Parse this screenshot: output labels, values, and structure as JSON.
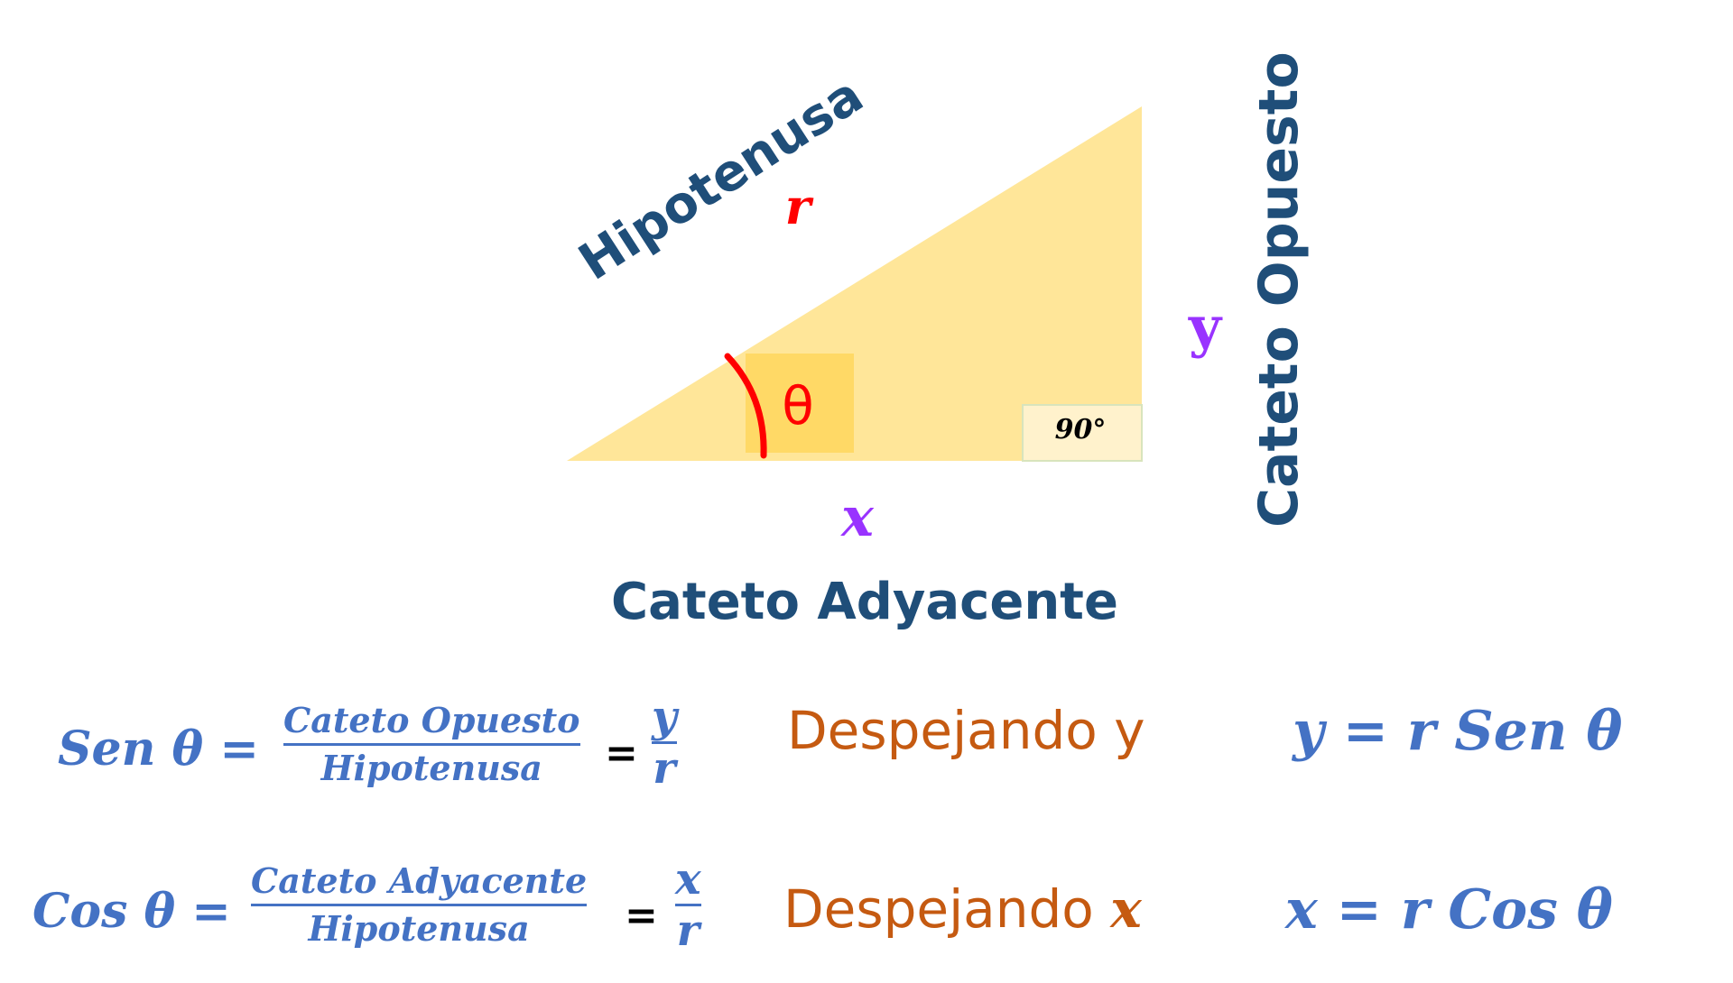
{
  "diagram": {
    "hypotenuse_label": "Hipotenusa",
    "hypotenuse_var": "r",
    "opposite_label": "Cateto Opuesto",
    "opposite_var": "y",
    "adjacent_label": "Cateto Adyacente",
    "adjacent_var": "x",
    "angle_symbol": "θ",
    "right_angle_label": "90°",
    "colors": {
      "triangle_fill": "#ffe699",
      "angle_box": "#ffd966",
      "label_dark_blue": "#1f4e79",
      "arc_red": "#ff0000",
      "var_purple": "#9933ff"
    }
  },
  "formulas": [
    {
      "name": "Sen θ =",
      "numerator": "Cateto Opuesto",
      "denominator": "Hipotenusa",
      "equals": "=",
      "var_num": "y",
      "var_den": "r",
      "despejando_text": "Despejando y",
      "despejando_var": "",
      "result": "y = r Sen θ"
    },
    {
      "name": "Cos θ =",
      "numerator": "Cateto Adyacente",
      "denominator": "Hipotenusa",
      "equals": "=",
      "var_num": "x",
      "var_den": "r",
      "despejando_text": "Despejando ",
      "despejando_var": "x",
      "result": "x = r Cos θ"
    }
  ]
}
